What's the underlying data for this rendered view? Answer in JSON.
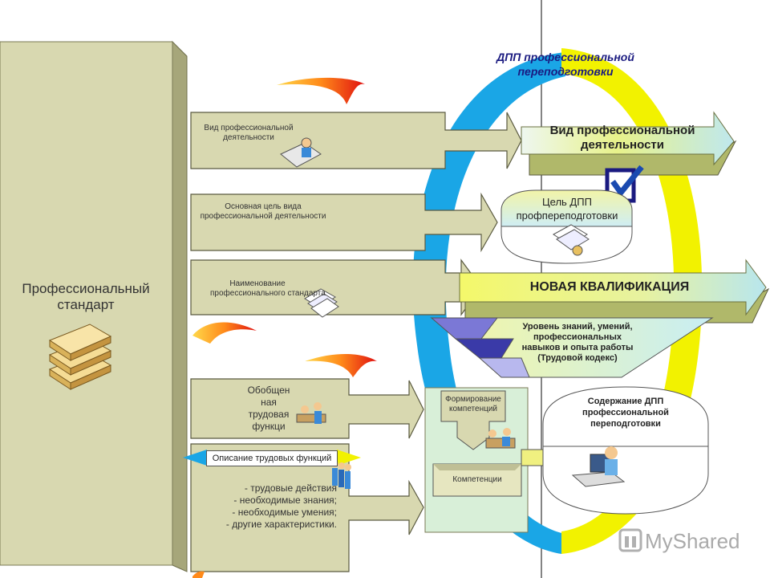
{
  "left_panel": {
    "line1": "Профессиональный",
    "line2": "стандарт"
  },
  "dpp_title": {
    "line1": "ДПП профессиональной",
    "line2": "переподготовки"
  },
  "arrows": {
    "vid": {
      "line1": "Вид профессиональной",
      "line2": "деятельности"
    },
    "cel": {
      "line1": "Основная цель вида",
      "line2": "профессиональной деятельности"
    },
    "naim": {
      "line1": "Наименование",
      "line2": "профессионального стандарта"
    },
    "obob": {
      "line1": "Обобщен",
      "line2": "ная",
      "line3": "трудовая",
      "line4": "функци"
    },
    "opis_tag": "Описание трудовых функций",
    "opis_list": [
      "- трудовые действия",
      "- необходимые знания;",
      "- необходимые умения;",
      "- другие характеристики."
    ]
  },
  "right": {
    "vid_box": {
      "line1": "Вид профессиональной",
      "line2": "деятельности"
    },
    "cel_box": {
      "line1": "Цель ДПП",
      "line2": "профпереподготовки"
    },
    "kval_box": "НОВАЯ КВАЛИФИКАЦИЯ",
    "uroven": {
      "line1": "Уровень знаний, умений,",
      "line2": "профессиональных",
      "line3": "навыков и опыта работы",
      "line4": "(Трудовой кодекс)"
    },
    "form_komp": {
      "line1": "Формирование",
      "line2": "компетенций"
    },
    "komp": "Компетенции",
    "soderzh": {
      "line1": "Содержание ДПП",
      "line2": "профессиональной",
      "line3": "переподготовки"
    }
  },
  "watermark": "MyShared",
  "colors": {
    "panel": "#d8d8b0",
    "panel_dark": "#a6a67a",
    "blue_arc": "#1aa6e6",
    "yellow_arc": "#f2f200",
    "navy": "#1a1a80"
  }
}
